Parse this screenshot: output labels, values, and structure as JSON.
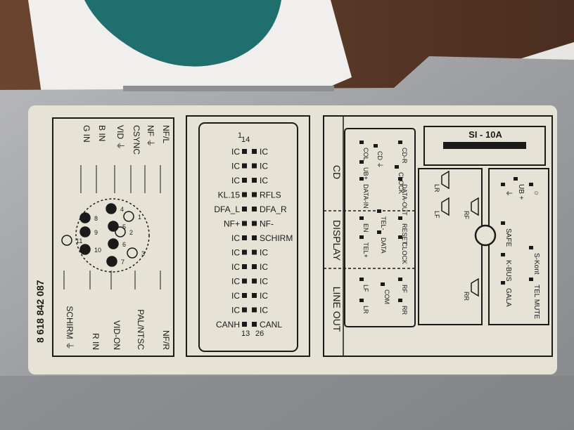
{
  "label": {
    "part_number": "8 618 842 087",
    "fuse_rating": "SI - 10A",
    "video_connector": {
      "signals": [
        "NF/L",
        "NF ⏚",
        "CSYNC",
        "VID ⏚",
        "B IN",
        "G IN",
        "NF/R",
        "PAL/NTSC",
        "VID-ON",
        "R IN",
        "SCHIRM ⏚"
      ],
      "pins": [
        "1",
        "2",
        "3",
        "4",
        "5",
        "6",
        "7",
        "8",
        "9",
        "10",
        "11"
      ]
    },
    "bus_connector": {
      "top_numbers": [
        "14",
        "1"
      ],
      "bottom_numbers": [
        "26",
        "13"
      ],
      "left_labels": [
        "IC",
        "IC",
        "IC",
        "KL.15",
        "DFA_L",
        "NF+",
        "IC",
        "IC",
        "IC",
        "IC",
        "IC",
        "IC",
        "CANH"
      ],
      "right_labels": [
        "IC",
        "IC",
        "IC",
        "RFLS",
        "DFA_R",
        "NF-",
        "SCHIRM",
        "IC",
        "IC",
        "IC",
        "IC",
        "IC",
        "CANL"
      ]
    },
    "section_labels": {
      "cd": "CD",
      "display": "DISPLAY",
      "line_out": "LINE OUT"
    },
    "cd_pins": [
      "COL",
      "CD ⏚",
      "UB+",
      "DATA-IN",
      "CD-R",
      "CLOCK",
      "DATA-OUT"
    ],
    "display_pins": [
      "EN",
      "TEL+",
      "TEL-",
      "DATA",
      "RESET",
      "CLOCK"
    ],
    "lineout_pins": [
      "LF",
      "LR",
      "COM",
      "RF",
      "RR"
    ],
    "speaker_pins": [
      "LR",
      "LF",
      "RF",
      "RR"
    ],
    "power_pins": [
      "⏚",
      "UB +",
      "☼",
      "SAFE",
      "S-Kont",
      "K-BUS",
      "TEL MUTE",
      "GALA"
    ]
  },
  "colors": {
    "label_bg": "#e6e3d6",
    "ink": "#1a1a1a",
    "housing": "#a2a3a6",
    "wood": "#5a3a28",
    "teal": "#1f6f6e"
  }
}
